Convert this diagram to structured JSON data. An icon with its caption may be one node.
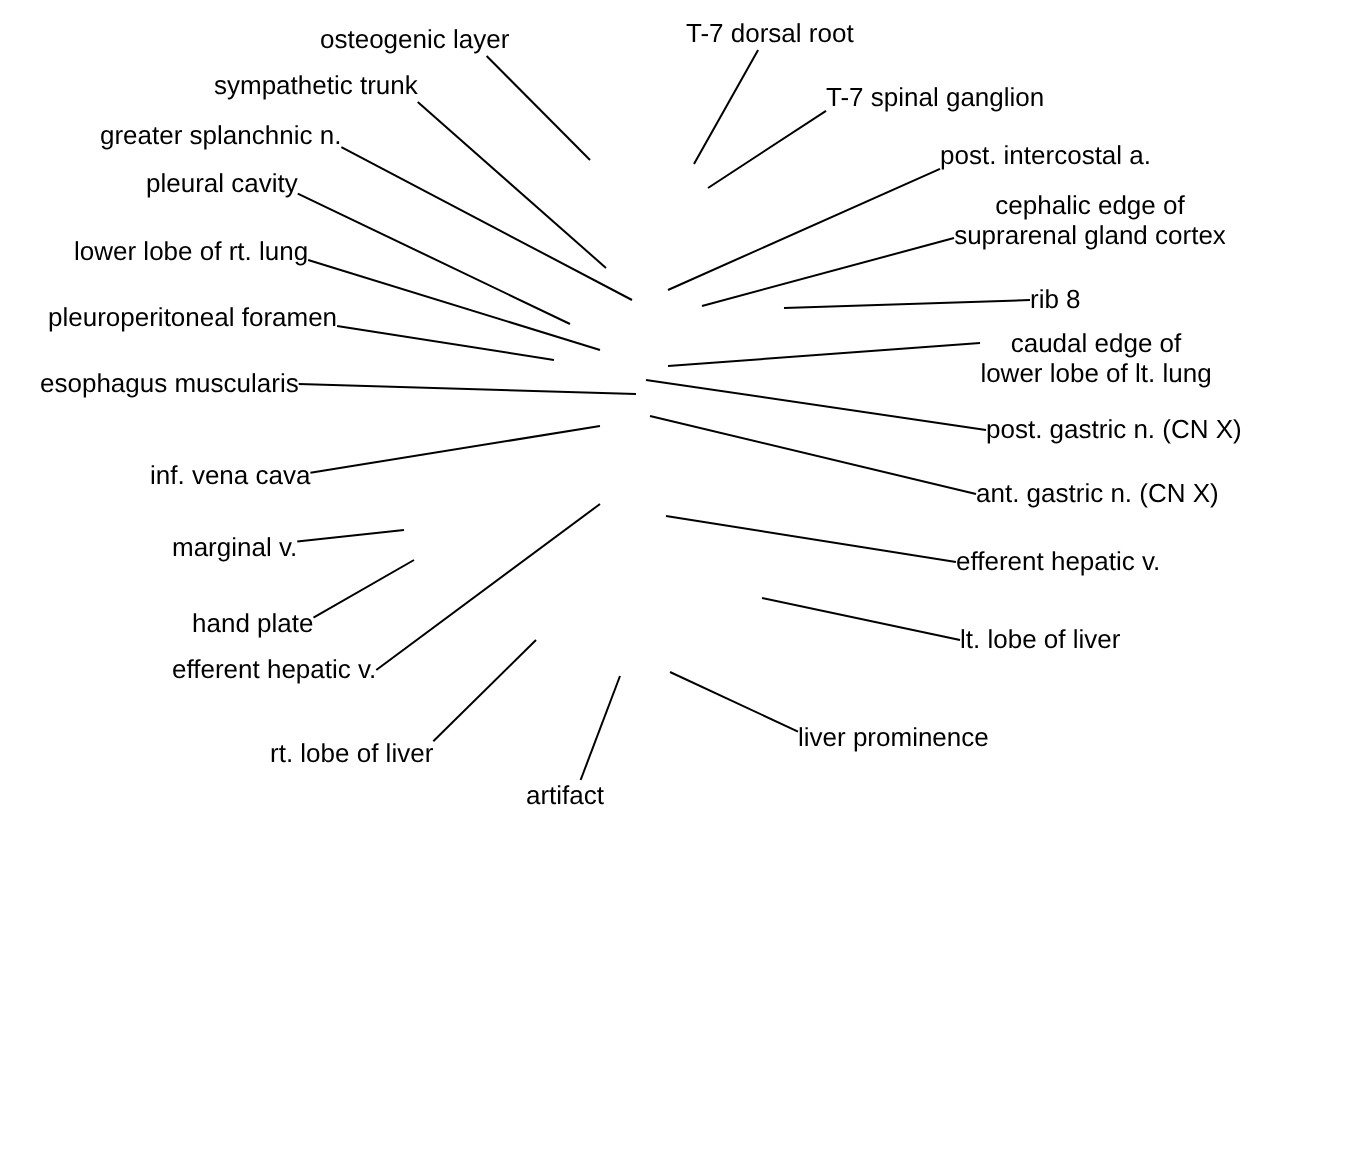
{
  "diagram": {
    "nodes": [
      {
        "text": [
          "osteogenic layer"
        ]
      },
      {
        "text": [
          "T-7 dorsal root"
        ]
      },
      {
        "text": [
          "sympathetic trunk"
        ]
      },
      {
        "text": [
          "T-7 spinal ganglion"
        ]
      },
      {
        "text": [
          "greater splanchnic n."
        ]
      },
      {
        "text": [
          "post. intercostal a."
        ]
      },
      {
        "text": [
          "pleural cavity"
        ]
      },
      {
        "text": [
          "cephalic edge of suprarenal gland cortex"
        ]
      },
      {
        "text": [
          "lower lobe of rt. lung"
        ]
      },
      {
        "text": [
          "rib 8"
        ]
      },
      {
        "text": [
          "pleuroperitoneal foramen"
        ]
      },
      {
        "text": [
          "caudal edge of lower lobe of lt. lung"
        ]
      },
      {
        "text": [
          "esophagus muscularis"
        ]
      },
      {
        "text": [
          "post. gastric n. (CN X)"
        ]
      },
      {
        "text": [
          "inf. vena cava"
        ]
      },
      {
        "text": [
          "ant. gastric n. (CN X)"
        ]
      },
      {
        "text": [
          "marginal v."
        ]
      },
      {
        "text": [
          "efferent hepatic v."
        ]
      },
      {
        "text": [
          "hand plate"
        ]
      },
      {
        "text": [
          "lt. lobe of liver"
        ]
      },
      {
        "text": [
          "efferent hepatic v."
        ]
      },
      {
        "text": [
          "liver prominence"
        ]
      },
      {
        "text": [
          "rt. lobe of liver"
        ]
      },
      {
        "text": [
          "artifact"
        ]
      }
    ],
    "edges": [
      {
        "from": 0,
        "to": null,
        "arrow": "none"
      },
      {
        "from": 1,
        "to": null,
        "arrow": "none"
      },
      {
        "from": 2,
        "to": null,
        "arrow": "none"
      },
      {
        "from": 3,
        "to": null,
        "arrow": "none"
      },
      {
        "from": 4,
        "to": null,
        "arrow": "none"
      },
      {
        "from": 5,
        "to": null,
        "arrow": "none"
      },
      {
        "from": 6,
        "to": null,
        "arrow": "none"
      },
      {
        "from": 7,
        "to": null,
        "arrow": "none"
      },
      {
        "from": 8,
        "to": null,
        "arrow": "none"
      },
      {
        "from": 9,
        "to": null,
        "arrow": "none"
      },
      {
        "from": 10,
        "to": null,
        "arrow": "none"
      },
      {
        "from": 11,
        "to": null,
        "arrow": "none"
      },
      {
        "from": 12,
        "to": null,
        "arrow": "none"
      },
      {
        "from": 13,
        "to": null,
        "arrow": "none"
      },
      {
        "from": 14,
        "to": null,
        "arrow": "none"
      },
      {
        "from": 15,
        "to": null,
        "arrow": "none"
      },
      {
        "from": 16,
        "to": null,
        "arrow": "none"
      },
      {
        "from": 17,
        "to": null,
        "arrow": "none"
      },
      {
        "from": 18,
        "to": null,
        "arrow": "none"
      },
      {
        "from": 19,
        "to": null,
        "arrow": "none"
      },
      {
        "from": 20,
        "to": null,
        "arrow": "none"
      },
      {
        "from": 21,
        "to": null,
        "arrow": "none"
      },
      {
        "from": 22,
        "to": null,
        "arrow": "none"
      },
      {
        "from": 23,
        "to": null,
        "arrow": "none"
      }
    ]
  }
}
